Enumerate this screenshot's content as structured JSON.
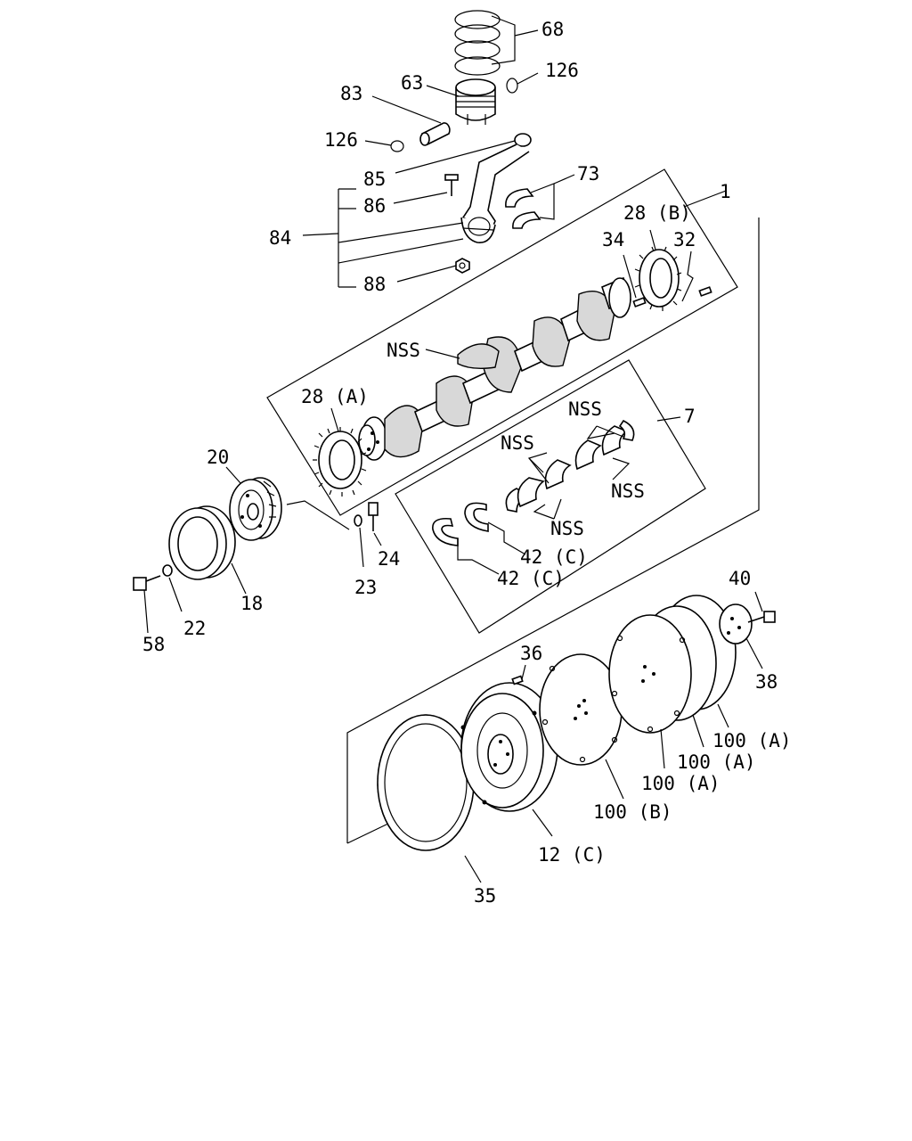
{
  "diagram": {
    "labels": {
      "l68": "68",
      "l63": "63",
      "l126a": "126",
      "l83": "83",
      "l126b": "126",
      "l85": "85",
      "l73": "73",
      "l86": "86",
      "l1": "1",
      "l28b": "28 (B)",
      "l84": "84",
      "l34": "34",
      "l32": "32",
      "l88": "88",
      "lnss1": "NSS",
      "l28a": "28 (A)",
      "lnss2": "NSS",
      "l7": "7",
      "lnss3": "NSS",
      "l20": "20",
      "lnss4": "NSS",
      "lnss5": "NSS",
      "l24": "24",
      "l42c1": "42 (C)",
      "l23": "23",
      "l42c2": "42 (C)",
      "l18": "18",
      "l22": "22",
      "l58": "58",
      "l40": "40",
      "l36": "36",
      "l38": "38",
      "l100a1": "100 (A)",
      "l100a2": "100 (A)",
      "l100a3": "100 (A)",
      "l100b": "100 (B)",
      "l12c": "12 (C)",
      "l35": "35"
    }
  }
}
